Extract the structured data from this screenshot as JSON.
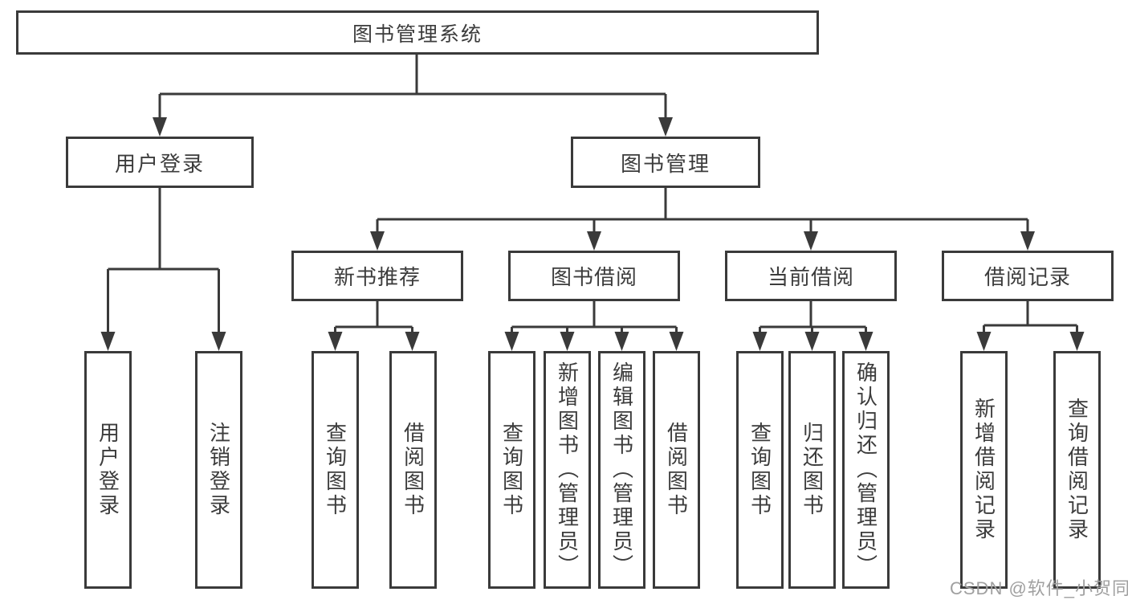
{
  "diagram": {
    "root": {
      "label": "图书管理系统"
    },
    "branches": [
      {
        "label": "用户登录",
        "children": [
          {
            "label": "用户登录"
          },
          {
            "label": "注销登录"
          }
        ]
      },
      {
        "label": "图书管理",
        "children": [
          {
            "label": "新书推荐",
            "children": [
              {
                "label": "查询图书"
              },
              {
                "label": "借阅图书"
              }
            ]
          },
          {
            "label": "图书借阅",
            "children": [
              {
                "label": "查询图书"
              },
              {
                "label": "新增图书（管理员）"
              },
              {
                "label": "编辑图书（管理员）"
              },
              {
                "label": "借阅图书"
              }
            ]
          },
          {
            "label": "当前借阅",
            "children": [
              {
                "label": "查询图书"
              },
              {
                "label": "归还图书"
              },
              {
                "label": "确认归还（管理员）"
              }
            ]
          },
          {
            "label": "借阅记录",
            "children": [
              {
                "label": "新增借阅记录"
              },
              {
                "label": "查询借阅记录"
              }
            ]
          }
        ]
      }
    ],
    "watermark": "CSDN @软件_小贺同学",
    "colors": {
      "line": "#3a3a3a",
      "text": "#3c3c3c",
      "background": "#ffffff",
      "watermark": "#a0a0a0"
    }
  }
}
